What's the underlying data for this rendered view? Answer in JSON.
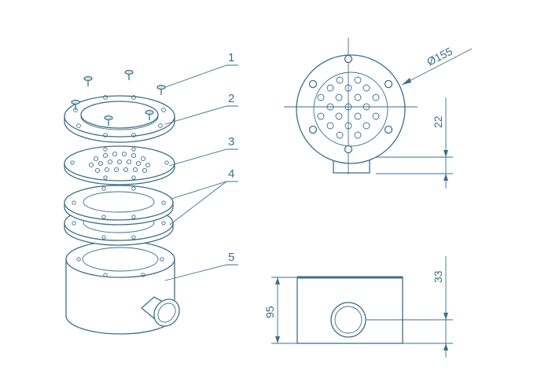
{
  "callouts": [
    "1",
    "2",
    "3",
    "4",
    "5"
  ],
  "dimensions": {
    "diameter": "Ø155",
    "height_top": "22",
    "height_total": "95",
    "height_pipe": "33"
  },
  "colors": {
    "line": "#3d6f88",
    "background": "#ffffff"
  }
}
